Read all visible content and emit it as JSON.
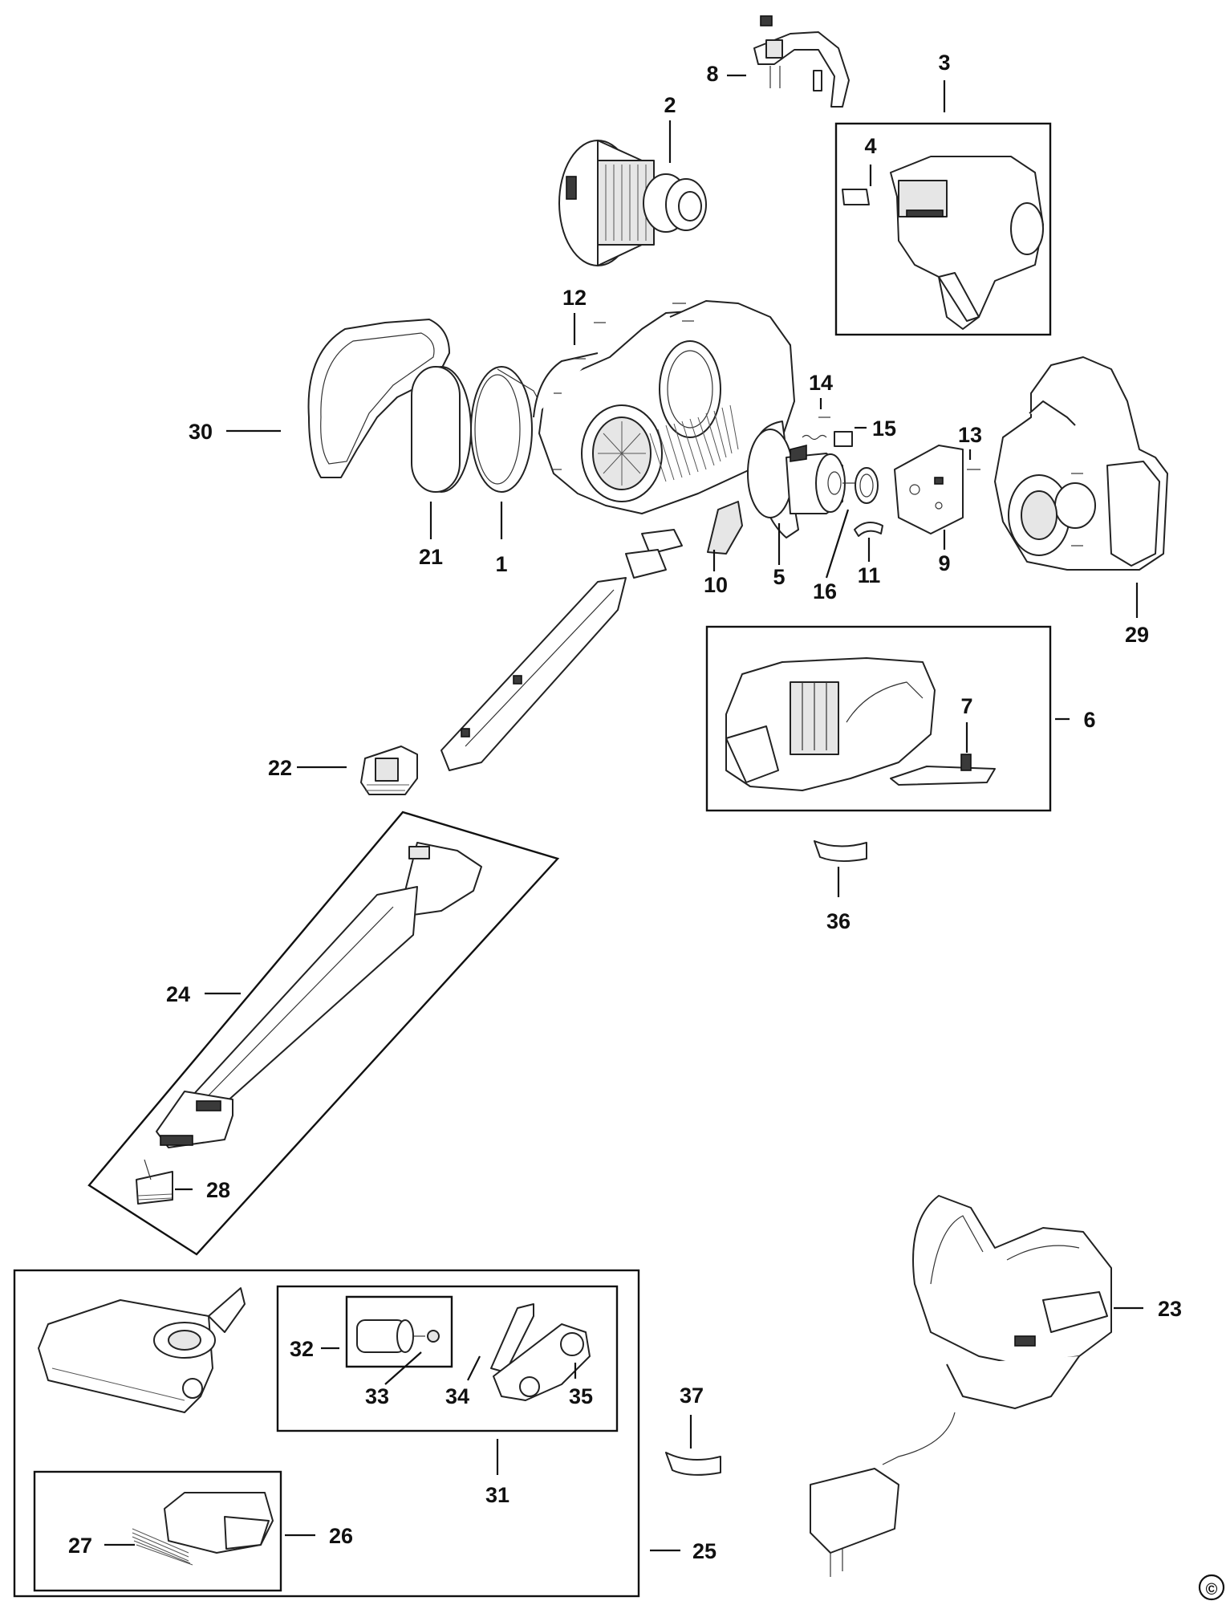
{
  "labels": {
    "n1": "1",
    "n2": "2",
    "n3": "3",
    "n4": "4",
    "n5": "5",
    "n6": "6",
    "n7": "7",
    "n8": "8",
    "n9": "9",
    "n10": "10",
    "n11": "11",
    "n12": "12",
    "n13": "13",
    "n14": "14",
    "n15": "15",
    "n16": "16",
    "n21": "21",
    "n22": "22",
    "n23": "23",
    "n24": "24",
    "n25": "25",
    "n26": "26",
    "n27": "27",
    "n28": "28",
    "n29": "29",
    "n30": "30",
    "n31": "31",
    "n32": "32",
    "n33": "33",
    "n34": "34",
    "n35": "35",
    "n36": "36",
    "n37": "37"
  },
  "copyright": "©"
}
